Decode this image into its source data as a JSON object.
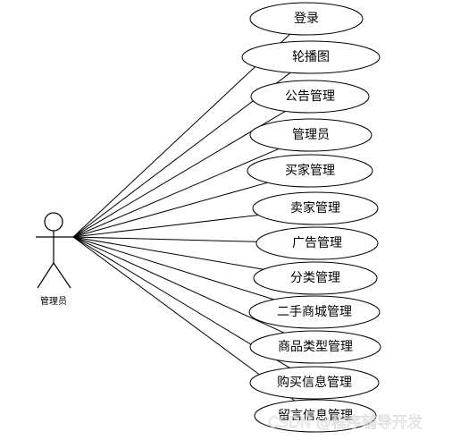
{
  "actor": {
    "label": "管理员"
  },
  "use_cases": [
    {
      "label": "登录"
    },
    {
      "label": "轮播图"
    },
    {
      "label": "公告管理"
    },
    {
      "label": "管理员"
    },
    {
      "label": "买家管理"
    },
    {
      "label": "卖家管理"
    },
    {
      "label": "广告管理"
    },
    {
      "label": "分类管理"
    },
    {
      "label": "二手商城管理"
    },
    {
      "label": "商品类型管理"
    },
    {
      "label": "购买信息管理"
    },
    {
      "label": "留言信息管理"
    }
  ],
  "watermark": {
    "text": "CSDN @程序辅导开发"
  }
}
